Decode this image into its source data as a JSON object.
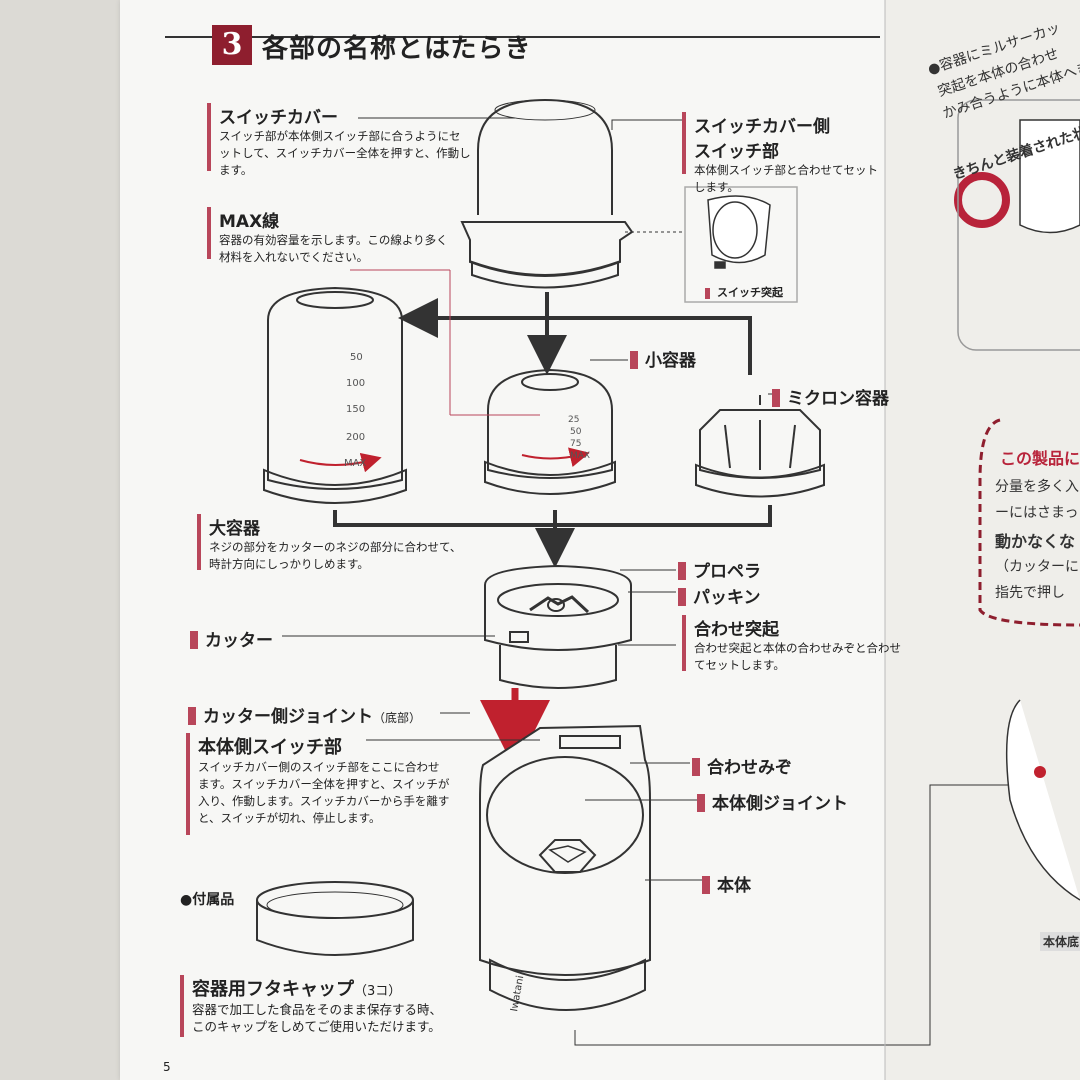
{
  "section": {
    "number": "3",
    "title": "各部の名称とはたらき"
  },
  "parts": {
    "switch_cover": {
      "name": "スイッチカバー",
      "desc": [
        "スイッチ部が本体側スイッチ部に合うようにセ",
        "ットして、スイッチカバー全体を押すと、作動し",
        "ます。"
      ]
    },
    "cover_switch": {
      "name": [
        "スイッチカバー側",
        "スイッチ部"
      ],
      "desc": [
        "本体側スイッチ部と合わせてセット",
        "します。"
      ],
      "sub": "スイッチ突起"
    },
    "max_line": {
      "name": "MAX線",
      "desc": [
        "容器の有効容量を示します。この線より多く",
        "材料を入れないでください。"
      ]
    },
    "small_container": {
      "name": "小容器"
    },
    "micron_container": {
      "name": "ミクロン容器"
    },
    "large_container": {
      "name": "大容器",
      "desc": [
        "ネジの部分をカッターのネジの部分に合わせて、",
        "時計方向にしっかりしめます。"
      ]
    },
    "propeller": {
      "name": "プロペラ"
    },
    "packing": {
      "name": "パッキン"
    },
    "cutter": {
      "name": "カッター"
    },
    "alignment_bump": {
      "name": "合わせ突起",
      "desc": [
        "合わせ突起と本体の合わせみぞと合わせ",
        "てセットします。"
      ]
    },
    "cutter_joint": {
      "name": "カッター側ジョイント",
      "note": "（底部）"
    },
    "body_switch": {
      "name": "本体側スイッチ部",
      "desc": [
        "スイッチカバー側のスイッチ部をここに合わせ",
        "ます。スイッチカバー全体を押すと、スイッチが",
        "入り、作動します。スイッチカバーから手を離す",
        "と、スイッチが切れ、停止します。"
      ]
    },
    "alignment_groove": {
      "name": "合わせみぞ"
    },
    "body_joint": {
      "name": "本体側ジョイント"
    },
    "body": {
      "name": "本体"
    },
    "accessory": {
      "name": "●付属品"
    },
    "cap": {
      "name": "容器用フタキャップ",
      "note": "（3コ）",
      "desc": [
        "容器で加工した食品をそのまま保存する時、",
        "このキャップをしめてご使用いただけます。"
      ]
    }
  },
  "scale_marks": {
    "large": [
      "50",
      "100",
      "150",
      "200",
      "MAX"
    ],
    "small": [
      "25",
      "50",
      "75",
      "MAX"
    ]
  },
  "brand": "Iwatani",
  "right_page": {
    "lines": [
      "●容器にミルサーカッ",
      "突起を本体の合わせ",
      "かみ合うように本体へき",
      "きちんと装着された状"
    ],
    "box": [
      "この製品に",
      "分量を多く入",
      "ーにはさまっ",
      "動かなくな",
      "（カッターに",
      "指先で押し"
    ],
    "caption": "本体底"
  },
  "page_number": "5",
  "colors": {
    "accent": "#8e1e2e",
    "bar": "#b8465a",
    "arrow": "#c0212e"
  }
}
